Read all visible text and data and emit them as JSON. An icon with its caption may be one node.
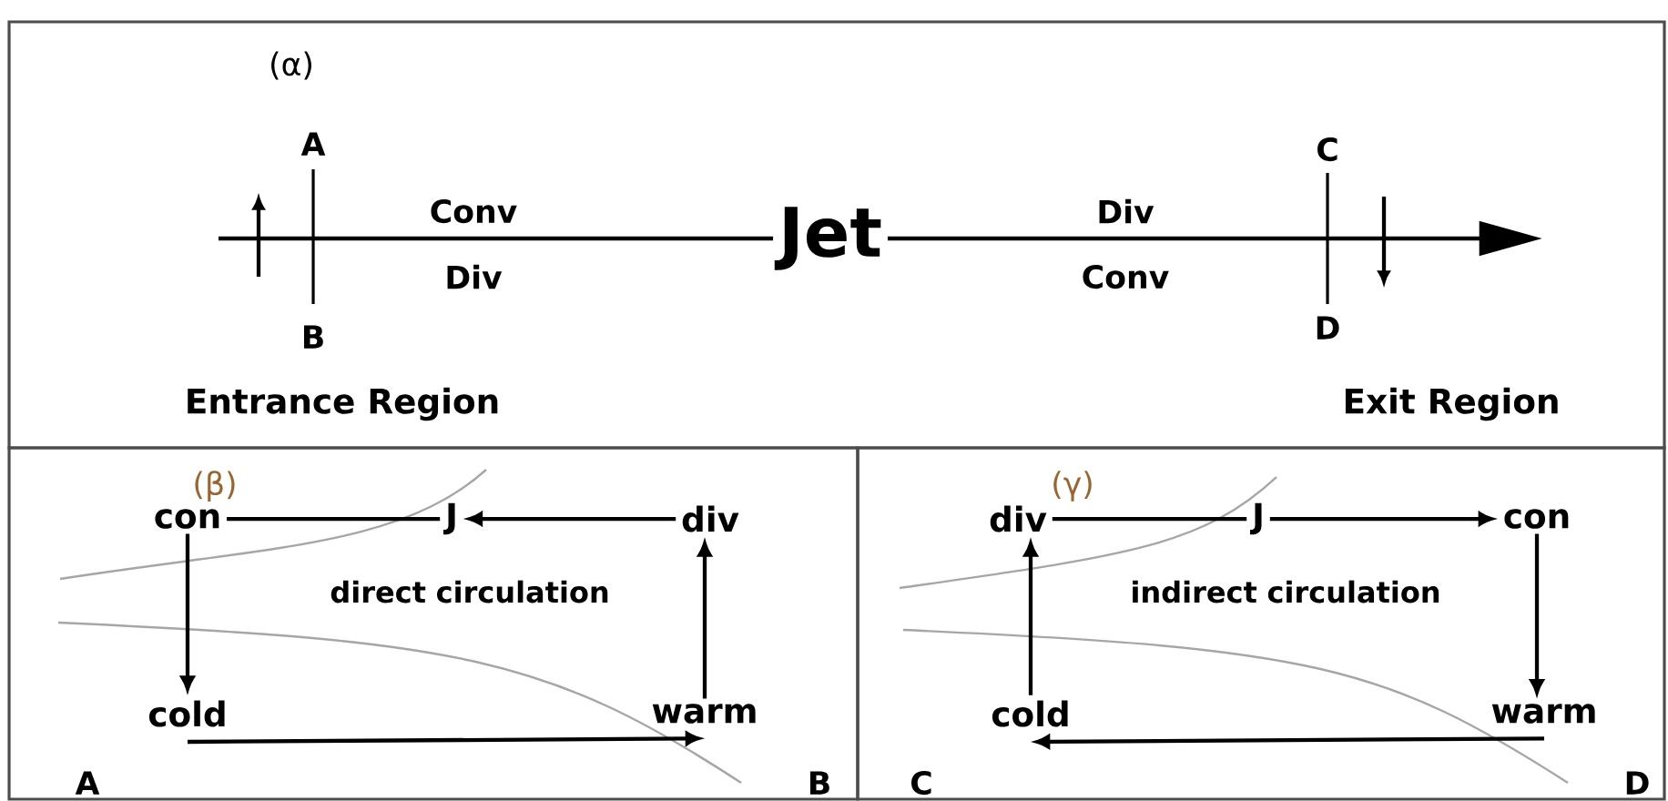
{
  "diagram": {
    "nodes": [
      {
        "text": [
          "(α)"
        ]
      },
      {
        "text": [
          "Jet"
        ],
        "in": 0
      },
      {
        "text": [
          "(β)"
        ]
      },
      {
        "text": [
          "con"
        ],
        "in": 2
      },
      {
        "text": [
          "J"
        ],
        "in": 2
      },
      {
        "text": [
          "div"
        ],
        "in": 2
      },
      {
        "text": [
          "cold"
        ],
        "in": 2
      },
      {
        "text": [
          "warm"
        ],
        "in": 2
      },
      {
        "text": [
          "(γ)"
        ]
      },
      {
        "text": [
          "div"
        ],
        "in": 8
      },
      {
        "text": [
          "J"
        ],
        "in": 8
      },
      {
        "text": [
          "con"
        ],
        "in": 8
      },
      {
        "text": [
          "cold"
        ],
        "in": 8
      },
      {
        "text": [
          "warm"
        ],
        "in": 8
      }
    ],
    "edges": [
      {
        "from": null,
        "to": 1,
        "arrow": "none"
      },
      {
        "from": 1,
        "to": null,
        "arrow": "to"
      },
      {
        "from": 3,
        "to": 4,
        "arrow": "none"
      },
      {
        "from": 5,
        "to": 4,
        "arrow": "to"
      },
      {
        "from": 3,
        "to": 6,
        "arrow": "to"
      },
      {
        "from": 6,
        "to": 7,
        "arrow": "to"
      },
      {
        "from": 7,
        "to": 5,
        "arrow": "to"
      },
      {
        "from": 9,
        "to": 10,
        "arrow": "none"
      },
      {
        "from": 10,
        "to": 11,
        "arrow": "to"
      },
      {
        "from": 11,
        "to": 13,
        "arrow": "to"
      },
      {
        "from": 13,
        "to": 12,
        "arrow": "to"
      },
      {
        "from": 12,
        "to": 9,
        "arrow": "to"
      }
    ],
    "labels": [
      "A",
      "Conv",
      "Div",
      "C",
      "Div",
      "Conv",
      "B",
      "D",
      "Entrance Region",
      "Exit Region",
      "direct circulation",
      "A",
      "B",
      "indirect circulation",
      "C",
      "D"
    ]
  }
}
